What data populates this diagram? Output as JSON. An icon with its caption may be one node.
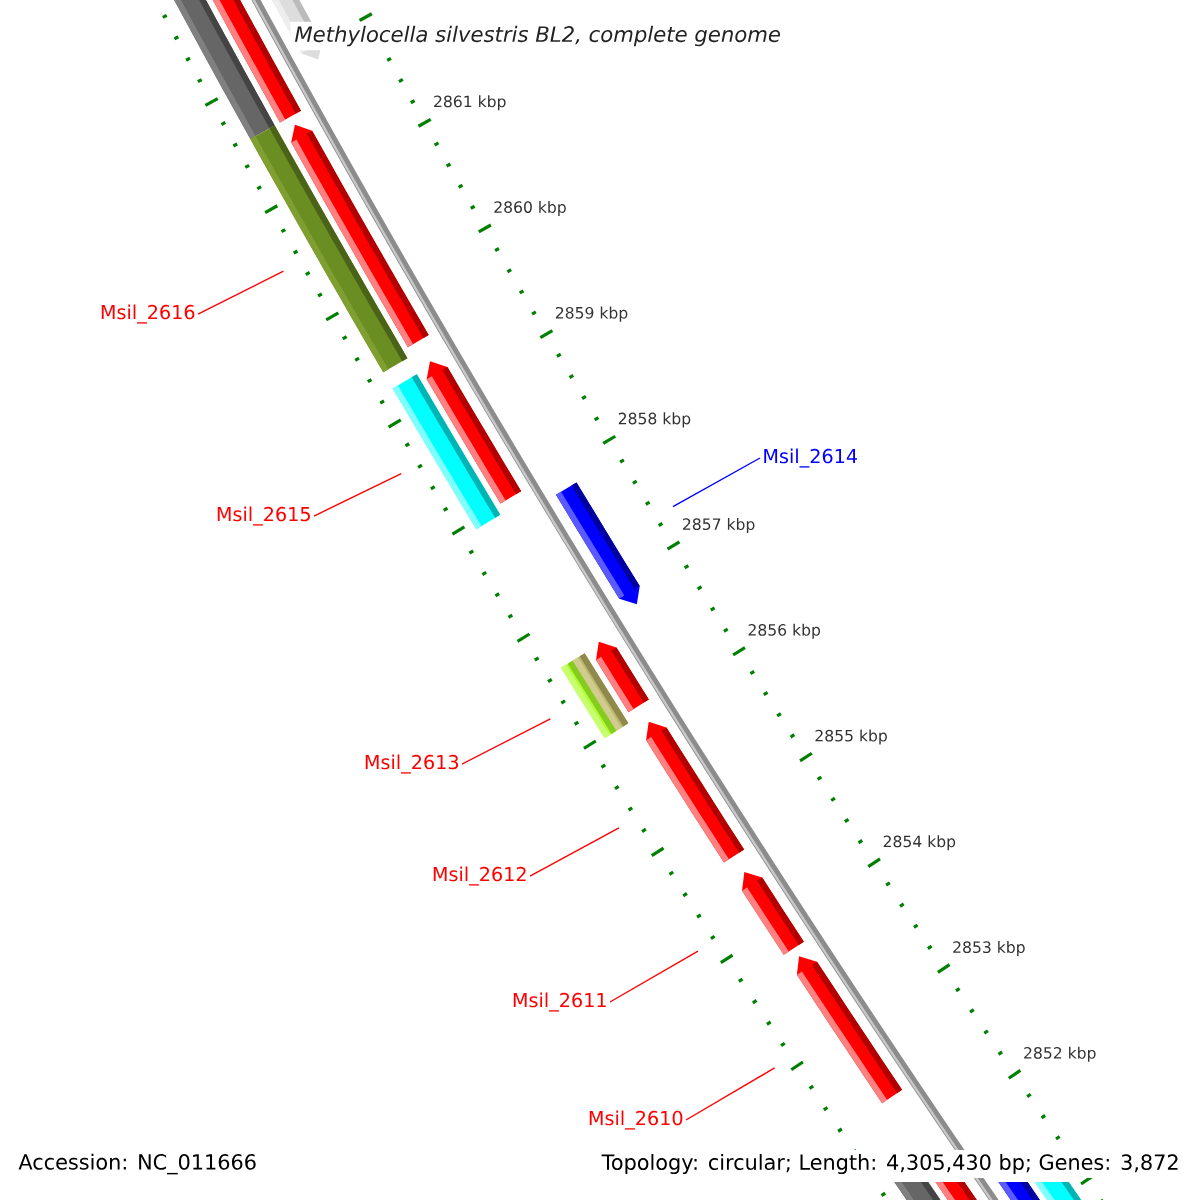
{
  "diagram": {
    "title": "Methylocella silvestris BL2, complete genome",
    "nodes": [
      {
        "text": [],
        "shape": "bar"
      },
      {
        "text": [],
        "shape": "bar"
      },
      {
        "text": [],
        "shape": "bar"
      },
      {
        "text": [],
        "shape": "bar"
      },
      {
        "text": [],
        "shape": "bar"
      },
      {
        "text": [
          "Msil_2616"
        ]
      },
      {
        "text": [],
        "shape": "bar"
      },
      {
        "text": [],
        "shape": "bar"
      },
      {
        "text": [
          "Msil_2615"
        ]
      },
      {
        "text": [
          "Msil_2614"
        ]
      },
      {
        "text": [],
        "shape": "bar"
      },
      {
        "text": [],
        "shape": "bar"
      },
      {
        "text": [],
        "shape": "bar"
      },
      {
        "text": [],
        "shape": "bar"
      },
      {
        "text": [
          "Msil_2613"
        ]
      },
      {
        "text": [],
        "shape": "bar"
      },
      {
        "text": [
          "Msil_2612"
        ]
      },
      {
        "text": [],
        "shape": "bar"
      },
      {
        "text": [
          "Msil_2611"
        ]
      },
      {
        "text": [],
        "shape": "bar"
      },
      {
        "text": [
          "Msil_2610"
        ]
      },
      {
        "text": [],
        "shape": "bar"
      },
      {
        "text": [],
        "shape": "bar"
      },
      {
        "text": [],
        "shape": "bar"
      },
      {
        "text": [],
        "shape": "bar"
      }
    ],
    "edges": [
      {
        "from": 5,
        "to": 3,
        "arrow": "none"
      },
      {
        "from": 8,
        "to": 6,
        "arrow": "none"
      },
      {
        "from": 9,
        "to": 10,
        "arrow": "none",
        "color": "#0000ff"
      },
      {
        "from": 14,
        "to": 11,
        "arrow": "none"
      },
      {
        "from": 16,
        "to": 15,
        "arrow": "none"
      },
      {
        "from": 18,
        "to": 17,
        "arrow": "none"
      },
      {
        "from": 20,
        "to": 19,
        "arrow": "none"
      }
    ],
    "labels": [
      "2861 kbp",
      "2860 kbp",
      "2859 kbp",
      "2858 kbp",
      "2857 kbp",
      "2856 kbp",
      "2855 kbp",
      "2854 kbp",
      "2853 kbp",
      "2852 kbp",
      "Accession: NC_011666",
      "Topology: circular; Length: 4,305,430 bp; Genes: 3,872"
    ]
  }
}
